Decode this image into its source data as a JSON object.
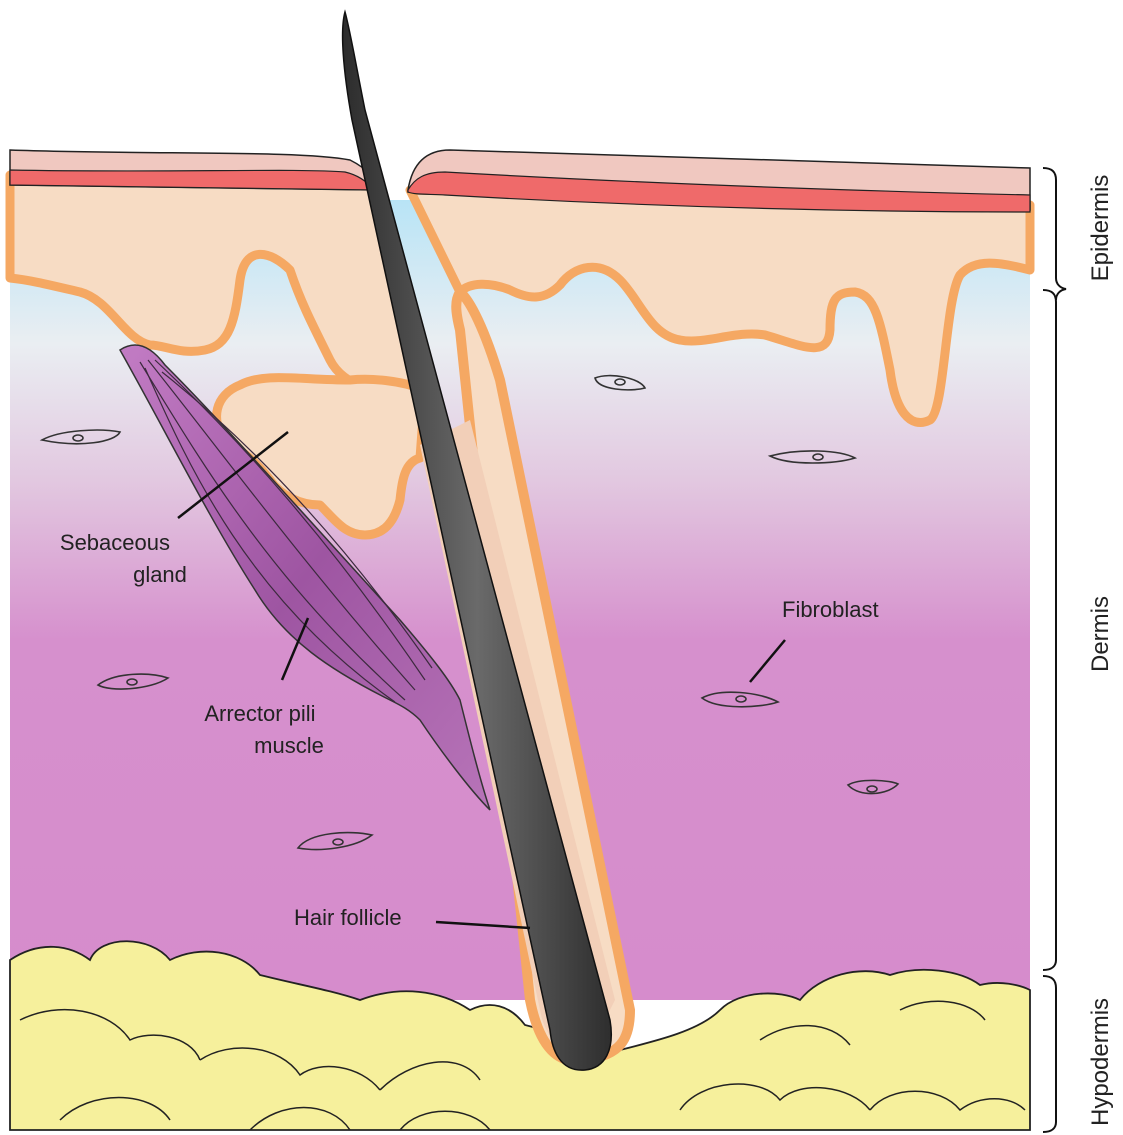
{
  "labels": {
    "sebaceous_gland": [
      "Sebaceous",
      "gland"
    ],
    "arrector_pili": [
      "Arrector pili",
      "muscle"
    ],
    "hair_follicle": "Hair follicle",
    "fibroblast": "Fibroblast"
  },
  "layers": {
    "epidermis": "Epidermis",
    "dermis": "Dermis",
    "hypodermis": "Hypodermis"
  },
  "colors": {
    "stratum_corneum": "#f0c8c0",
    "stratum_red": "#ef6a6a",
    "epidermis": "#f7dcc4",
    "basement": "#f5a863",
    "dermis_top": "#b8e4f6",
    "dermis_mid": "#ece6ee",
    "dermis_bottom": "#d68ccc",
    "hypodermis": "#f6f09c",
    "hair": "#4a4a4a",
    "muscle": "#a058a4",
    "cell_outline": "#333333"
  }
}
